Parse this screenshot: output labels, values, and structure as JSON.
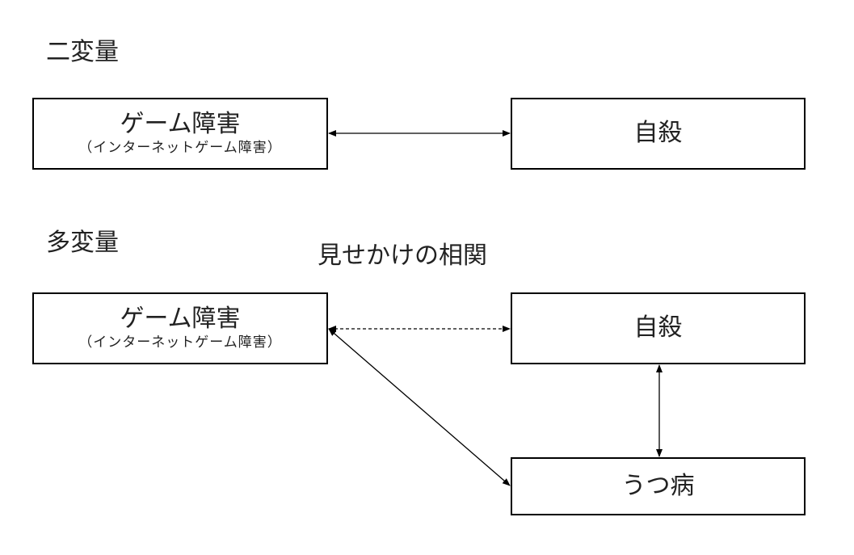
{
  "bivariate": {
    "title": "二変量",
    "game_box": {
      "main": "ゲーム障害",
      "sub": "（インターネットゲーム障害）"
    },
    "suicide_box": {
      "main": "自殺"
    }
  },
  "multivariate": {
    "title": "多変量",
    "spurious_label": "見せかけの相関",
    "game_box": {
      "main": "ゲーム障害",
      "sub": "（インターネットゲーム障害）"
    },
    "suicide_box": {
      "main": "自殺"
    },
    "depression_box": {
      "main": "うつ病"
    }
  }
}
